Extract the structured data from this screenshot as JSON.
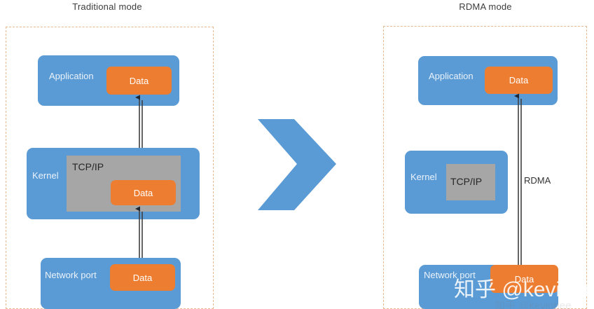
{
  "diagram": {
    "panels": [
      {
        "id": "traditional",
        "title": "Traditional mode",
        "boxes": [
          {
            "name": "application",
            "label": "Application",
            "data_label": "Data"
          },
          {
            "name": "kernel",
            "label": "Kernel",
            "inner_label": "TCP/IP",
            "data_label": "Data"
          },
          {
            "name": "network-port",
            "label": "Network port",
            "data_label": "Data"
          }
        ]
      },
      {
        "id": "rdma",
        "title": "RDMA mode",
        "path_label": "RDMA",
        "boxes": [
          {
            "name": "application",
            "label": "Application",
            "data_label": "Data"
          },
          {
            "name": "kernel",
            "label": "Kernel",
            "inner_label": "TCP/IP"
          },
          {
            "name": "network-port",
            "label": "Network port",
            "data_label": "Data"
          }
        ]
      }
    ],
    "transition_icon": "chevron-right-icon",
    "colors": {
      "box_blue": "#5b9bd5",
      "data_orange": "#ed7d31",
      "stack_gray": "#a6a6a6",
      "frame_dashed": "#e6b991",
      "arrow": "#404040",
      "title_text": "#3c3c3c"
    }
  },
  "watermark": {
    "primary": "知乎 @kevinbee",
    "secondary": "知乎 @kevinbee"
  }
}
